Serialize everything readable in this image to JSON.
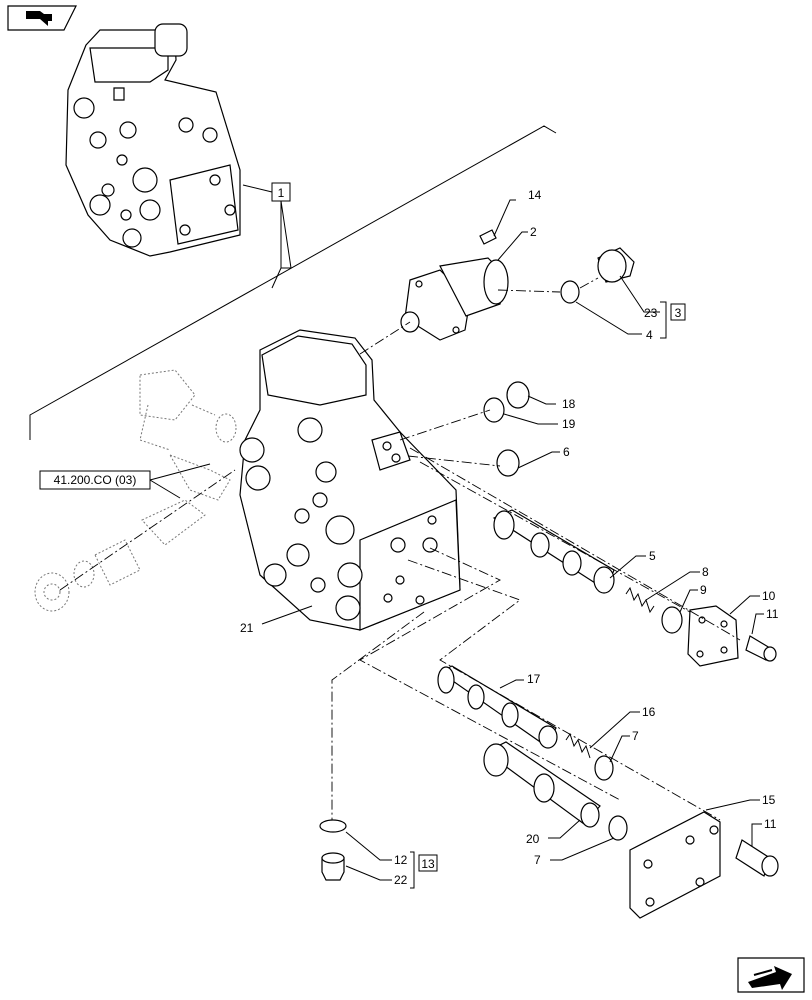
{
  "title": "",
  "nav": {
    "top_icon": "nav-back-icon",
    "bottom_icon": "nav-next-icon"
  },
  "callouts": [
    {
      "id": "c1",
      "text": "1"
    },
    {
      "id": "c14",
      "text": "14"
    },
    {
      "id": "c2",
      "text": "2"
    },
    {
      "id": "c23",
      "text": "23"
    },
    {
      "id": "c3",
      "text": "3"
    },
    {
      "id": "c4",
      "text": "4"
    },
    {
      "id": "c18",
      "text": "18"
    },
    {
      "id": "c19",
      "text": "19"
    },
    {
      "id": "c6",
      "text": "6"
    },
    {
      "id": "c5",
      "text": "5"
    },
    {
      "id": "c8",
      "text": "8"
    },
    {
      "id": "c9",
      "text": "9"
    },
    {
      "id": "c10",
      "text": "10"
    },
    {
      "id": "c11a",
      "text": "11"
    },
    {
      "id": "c21",
      "text": "21"
    },
    {
      "id": "c17",
      "text": "17"
    },
    {
      "id": "c16",
      "text": "16"
    },
    {
      "id": "c7a",
      "text": "7"
    },
    {
      "id": "c15",
      "text": "15"
    },
    {
      "id": "c11b",
      "text": "11"
    },
    {
      "id": "c20",
      "text": "20"
    },
    {
      "id": "c7b",
      "text": "7"
    },
    {
      "id": "c12",
      "text": "12"
    },
    {
      "id": "c13",
      "text": "13"
    },
    {
      "id": "c22",
      "text": "22"
    }
  ],
  "reference": {
    "text": "41.200.CO (03)"
  }
}
